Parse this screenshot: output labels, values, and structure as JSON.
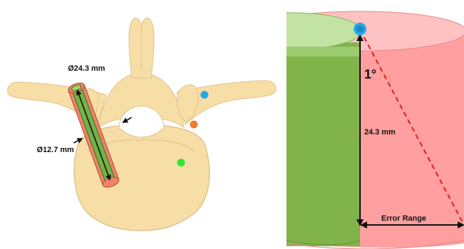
{
  "left_panel": {
    "outer_diameter_label": "Ø24.3 mm",
    "inner_diameter_label": "Ø12.7 mm"
  },
  "right_panel": {
    "angle_label": "1°",
    "height_label": "24.3 mm",
    "error_label": "Error Range"
  },
  "colors": {
    "bone_fill": "#f7dda6",
    "bone_stroke": "#e0c48c",
    "outer_cylinder": "#f0826a",
    "inner_cylinder": "#73b347",
    "marker_blue": "#26a8e6",
    "marker_orange": "#eb7c31",
    "marker_green": "#2ee62e",
    "error_cylinder": "#ff9696",
    "correct_cylinder": "#82b54a",
    "dashed_line": "#dd1c1c"
  }
}
